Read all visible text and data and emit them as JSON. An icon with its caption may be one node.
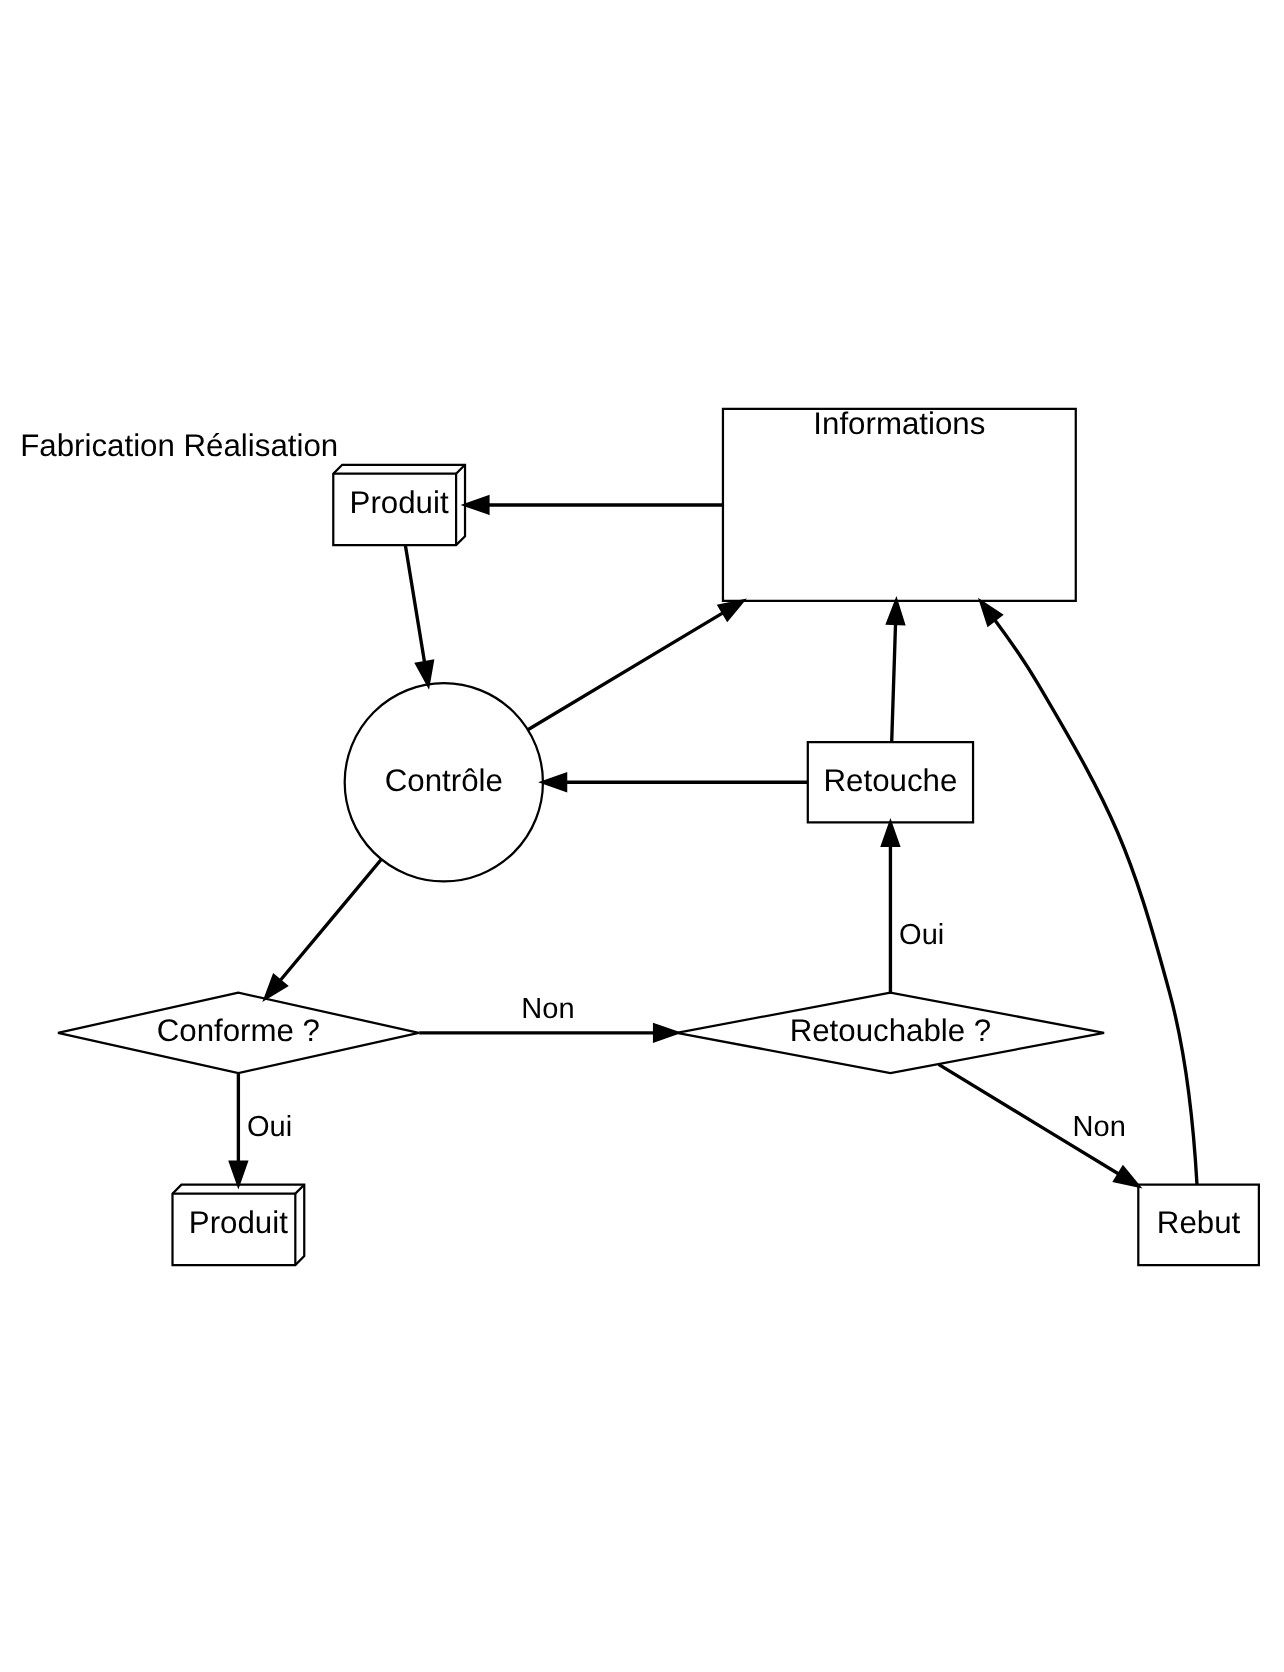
{
  "diagram": {
    "nodes": [
      {
        "text": [
          "Produit"
        ],
        "beside": [
          "Fabrication Réalisation"
        ]
      },
      {
        "text": [
          "Informations"
        ]
      },
      {
        "text": [
          "Contrôle"
        ]
      },
      {
        "text": [
          "Retouche"
        ]
      },
      {
        "text": [
          "Conforme ?"
        ]
      },
      {
        "text": [
          "Retouchable ?"
        ]
      },
      {
        "text": [
          "Produit"
        ]
      },
      {
        "text": [
          "Rebut"
        ]
      }
    ],
    "edges": [
      {
        "from": 1,
        "to": 0,
        "arrow": "to"
      },
      {
        "from": 0,
        "to": 2,
        "arrow": "to"
      },
      {
        "from": 2,
        "to": 1,
        "arrow": "to"
      },
      {
        "from": 3,
        "to": 1,
        "arrow": "to"
      },
      {
        "from": 3,
        "to": 2,
        "arrow": "to"
      },
      {
        "from": 2,
        "to": 4,
        "arrow": "to"
      },
      {
        "from": 4,
        "to": 5,
        "arrow": "to",
        "label": "Non"
      },
      {
        "from": 5,
        "to": 3,
        "arrow": "to",
        "label": "Oui"
      },
      {
        "from": 4,
        "to": 6,
        "arrow": "to",
        "label": "Oui"
      },
      {
        "from": 5,
        "to": 7,
        "arrow": "to",
        "label": "Non"
      },
      {
        "from": 7,
        "to": 1,
        "arrow": "to"
      }
    ]
  }
}
